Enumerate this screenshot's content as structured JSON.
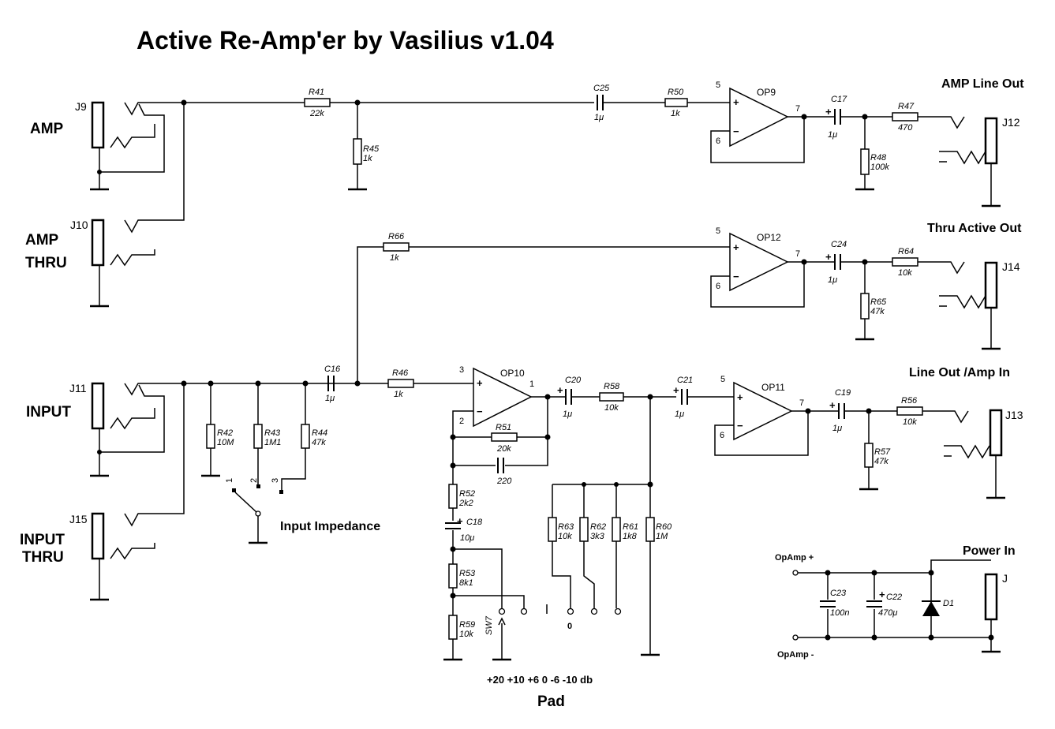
{
  "title": "Active Re-Amp'er by Vasilius v1.04",
  "jacks": {
    "j9": {
      "ref": "J9",
      "label": "AMP"
    },
    "j10": {
      "ref": "J10",
      "label1": "AMP",
      "label2": "THRU"
    },
    "j11": {
      "ref": "J11",
      "label": "INPUT"
    },
    "j15": {
      "ref": "J15",
      "label1": "INPUT",
      "label2": "THRU"
    },
    "j12": {
      "ref": "J12"
    },
    "j14": {
      "ref": "J14"
    },
    "j13": {
      "ref": "J13"
    },
    "jpwr": {
      "ref": "J"
    }
  },
  "sections": {
    "amp_line_out": "AMP Line Out",
    "thru_active_out": "Thru Active Out",
    "line_out_amp_in": "Line Out /Amp In",
    "power_in": "Power In",
    "input_impedance": "Input Impedance",
    "pad_scale": "+20 +10 +6 0 -6 -10  db",
    "pad": "Pad"
  },
  "opamps": {
    "op9": {
      "ref": "OP9",
      "pin_plus": "5",
      "pin_minus": "6",
      "pin_out": "7",
      "plus": "+",
      "minus": "−"
    },
    "op12": {
      "ref": "OP12",
      "pin_plus": "5",
      "pin_minus": "6",
      "pin_out": "7",
      "plus": "+",
      "minus": "−"
    },
    "op10": {
      "ref": "OP10",
      "pin_plus": "3",
      "pin_minus": "2",
      "pin_out": "1",
      "plus": "+",
      "minus": "−"
    },
    "op11": {
      "ref": "OP11",
      "pin_plus": "5",
      "pin_minus": "6",
      "pin_out": "7",
      "plus": "+",
      "minus": "−"
    }
  },
  "resistors": {
    "r41": {
      "ref": "R41",
      "val": "22k"
    },
    "r45": {
      "ref": "R45",
      "val": "1k"
    },
    "r50": {
      "ref": "R50",
      "val": "1k"
    },
    "r47": {
      "ref": "R47",
      "val": "470"
    },
    "r48": {
      "ref": "R48",
      "val": "100k"
    },
    "r66": {
      "ref": "R66",
      "val": "1k"
    },
    "r64": {
      "ref": "R64",
      "val": "10k"
    },
    "r65": {
      "ref": "R65",
      "val": "47k"
    },
    "r46": {
      "ref": "R46",
      "val": "1k"
    },
    "r42": {
      "ref": "R42",
      "val": "10M"
    },
    "r43": {
      "ref": "R43",
      "val": "1M1"
    },
    "r44": {
      "ref": "R44",
      "val": "47k"
    },
    "r51": {
      "ref": "R51",
      "val": "20k"
    },
    "r58": {
      "ref": "R58",
      "val": "10k"
    },
    "r56": {
      "ref": "R56",
      "val": "10k"
    },
    "r57": {
      "ref": "R57",
      "val": "47k"
    },
    "r52": {
      "ref": "R52",
      "val": "2k2"
    },
    "r53": {
      "ref": "R53",
      "val": "8k1"
    },
    "r59": {
      "ref": "R59",
      "val": "10k"
    },
    "r63": {
      "ref": "R63",
      "val": "10k"
    },
    "r62": {
      "ref": "R62",
      "val": "3k3"
    },
    "r61": {
      "ref": "R61",
      "val": "1k8"
    },
    "r60": {
      "ref": "R60",
      "val": "1M"
    }
  },
  "capacitors": {
    "c25": {
      "ref": "C25",
      "val": "1μ"
    },
    "c17": {
      "ref": "C17",
      "val": "1μ"
    },
    "c24": {
      "ref": "C24",
      "val": "1μ"
    },
    "c16": {
      "ref": "C16",
      "val": "1μ"
    },
    "c20": {
      "ref": "C20",
      "val": "1μ"
    },
    "c21": {
      "ref": "C21",
      "val": "1μ"
    },
    "c19": {
      "ref": "C19",
      "val": "1μ"
    },
    "c220": {
      "val": "220"
    },
    "c18": {
      "ref": "C18",
      "val": "10μ"
    },
    "c23": {
      "ref": "C23",
      "val": "100n"
    },
    "c22": {
      "ref": "C22",
      "val": "470μ"
    }
  },
  "diode": {
    "ref": "D1"
  },
  "switch_sw7": {
    "ref": "SW7",
    "zero": "0"
  },
  "switch_imp": {
    "pos1": "1",
    "pos2": "2",
    "pos3": "3"
  },
  "power": {
    "plus": "OpAmp +",
    "minus": "OpAmp -"
  },
  "polarity_plus": "+"
}
